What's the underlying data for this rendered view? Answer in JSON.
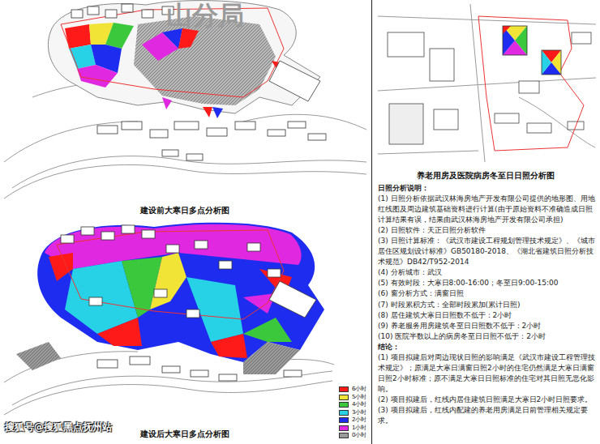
{
  "diagram": {
    "nodes": [
      {
        "text": [
          "建设前大寒日多点分析图"
        ]
      },
      {
        "text": [
          "建设后大寒日多点分析图"
        ]
      },
      {
        "text": [
          "养老用房及医院病房冬至日日照分析图"
        ]
      }
    ],
    "edges": [],
    "labels": [
      "山分局",
      "日照分析说明：",
      "(1) 日照分析依据武汉林海房地产开发有限公司提供的地形图、用地红线图及周边建筑基础资料进行计算(由于原始资料不准确造成日照计算结果有误，结果由武汉林海房地产开发有限公司承担)",
      "(2) 日照软件：天正日照分析软件",
      "(3) 日照计算标准：《武汉市建设工程规划管理技术规定》、《城市居住区规划设计标准》GB50180-2018、《湖北省建筑日照分析技术规范》DB42/T952-2014",
      "(4) 分析城市：武汉",
      "(5) 有效时段：大寒日8:00-16:00；冬至日9:00-15:00",
      "(6) 窗分析方式：满窗日照",
      "(7) 时段累积方式：全部时段累加(累计日照)",
      "(8) 居住建筑大寒日日照数不低于：2小时",
      "(9) 养老服务用房建筑冬至日日照数不低于：2小时",
      "(10) 医院半数以上的病房冬至日日照不低于：2小时",
      "结论：",
      "(1) 项目拟建后对周边现状日照的影响满足《武汉市建设工程管理技术规定》；原满足大寒日满窗日照2小时的住宅仍然满足大寒日满窗日照2小时标准；原不满足大寒日日照标准的住宅对其日照无恶化影响。",
      "(2) 项目拟建后，红线内居住建筑日照满足大寒日2小时日照要求。",
      "(3) 项目拟建后，红线内配建的养老用房满足日前管理相关规定要求。",
      "搜狐号@搜狐黑点抚州站"
    ],
    "legend": [
      {
        "text": "6小时",
        "color": "#ff1a1a"
      },
      {
        "text": "5小时",
        "color": "#f2e436"
      },
      {
        "text": "4小时",
        "color": "#3cc83c"
      },
      {
        "text": "3小时",
        "color": "#28d2e6"
      },
      {
        "text": "2小时",
        "color": "#1e2cf0"
      },
      {
        "text": "1小时",
        "color": "#e028e0"
      },
      {
        "text": "0小时",
        "color": "#9a9a9a"
      }
    ]
  }
}
